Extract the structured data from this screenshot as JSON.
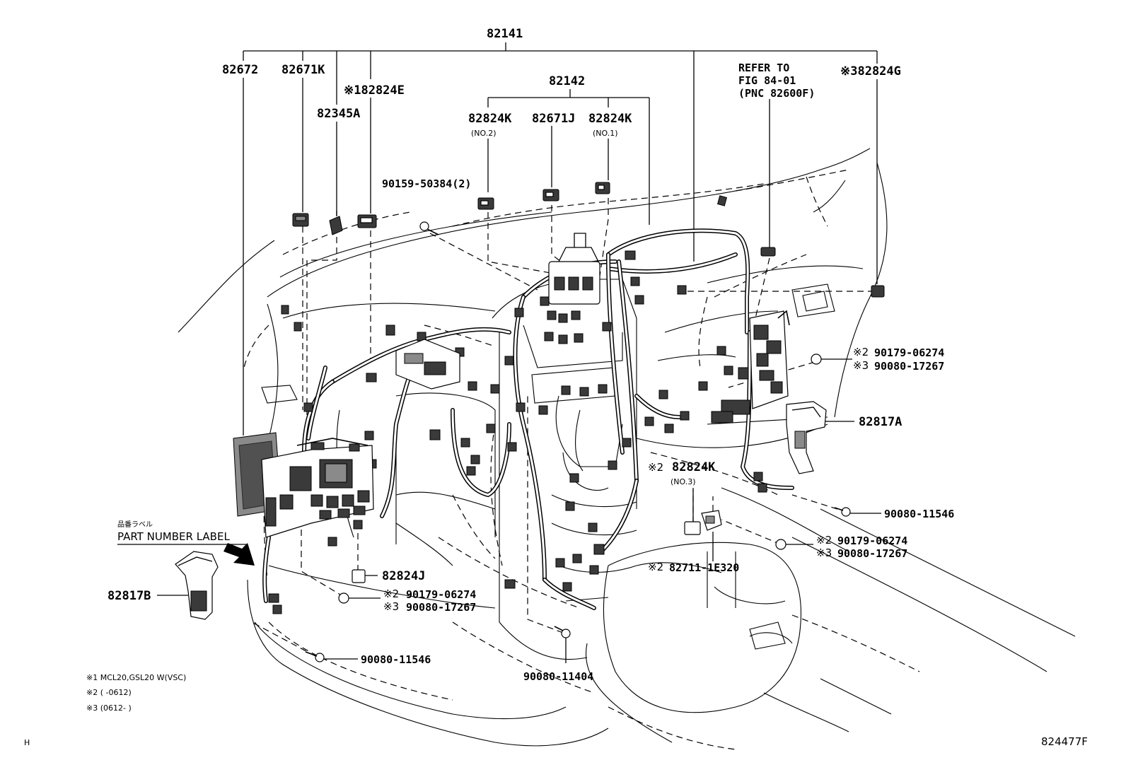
{
  "labels": {
    "p82141": "82141",
    "p82672": "82672",
    "p82671K": "82671K",
    "p82345A": "82345A",
    "p82824E": "※182824E",
    "p82142": "82142",
    "p82824K_no2": "82824K",
    "no2": "(NO.2)",
    "p82671J": "82671J",
    "p82824K_no1": "82824K",
    "no1": "(NO.1)",
    "refer1": "REFER TO",
    "refer2": "FIG 84-01",
    "refer3": "(PNC 82600F)",
    "p82824G": "※382824G",
    "p90159": "90159-50384(2)",
    "r_2_a": "※2",
    "r_90179_a": "90179-06274",
    "r_3_a": "※3",
    "r_90080_a": "90080-17267",
    "p82817A": "82817A",
    "m_2": "※2",
    "p82824K_no3": "82824K",
    "no3": "(NO.3)",
    "p90080_11546_r": "90080-11546",
    "r_2_b": "※2",
    "r_90179_b": "90179-06274",
    "r_3_b": "※3",
    "r_90080_b": "90080-17267",
    "m2_82711": "※2",
    "p82711": "82711-1E320",
    "label_jp": "品番ラベル",
    "label_en": "PART NUMBER LABEL",
    "p82817B": "82817B",
    "p82824J": "82824J",
    "l_2": "※2",
    "l_90179": "90179-06274",
    "l_3": "※3",
    "l_90080": "90080-17267",
    "p90080_11546_l": "90080-11546",
    "p90080_11404": "90080-11404",
    "note1": "※1  MCL20,GSL20  W(VSC)",
    "note2": "※2  (      -0612)",
    "note3": "※3  (0612-      )",
    "corner_left": "H",
    "corner_right": "824477F"
  }
}
